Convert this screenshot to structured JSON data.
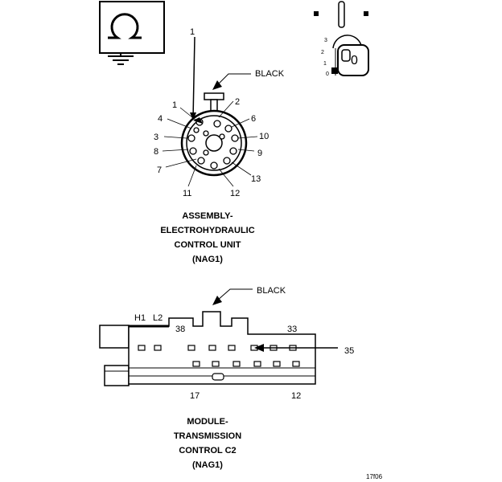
{
  "symbols": {
    "ground_icon": "ground-symbol-icon",
    "key_icon": "ignition-key-icon",
    "key_positions": [
      "3",
      "2",
      "1",
      "0"
    ],
    "key_label": "0"
  },
  "ehcu": {
    "pins": {
      "p1_top": "1",
      "p1": "1",
      "p2": "2",
      "p3": "3",
      "p4": "4",
      "p6": "6",
      "p7": "7",
      "p8": "8",
      "p9": "9",
      "p10": "10",
      "p11": "11",
      "p12": "12",
      "p13": "13"
    },
    "color_label": "BLACK",
    "caption": [
      "ASSEMBLY-",
      "ELECTROHYDRAULIC",
      "CONTROL UNIT",
      "(NAG1)"
    ]
  },
  "tcm": {
    "labels": {
      "h1": "H1",
      "l2": "L2",
      "p38": "38",
      "p33": "33",
      "p35": "35",
      "p17": "17",
      "p12": "12"
    },
    "color_label": "BLACK",
    "caption": [
      "MODULE-",
      "TRANSMISSION",
      "CONTROL C2",
      "(NAG1)"
    ]
  },
  "figure_id": "17f06"
}
